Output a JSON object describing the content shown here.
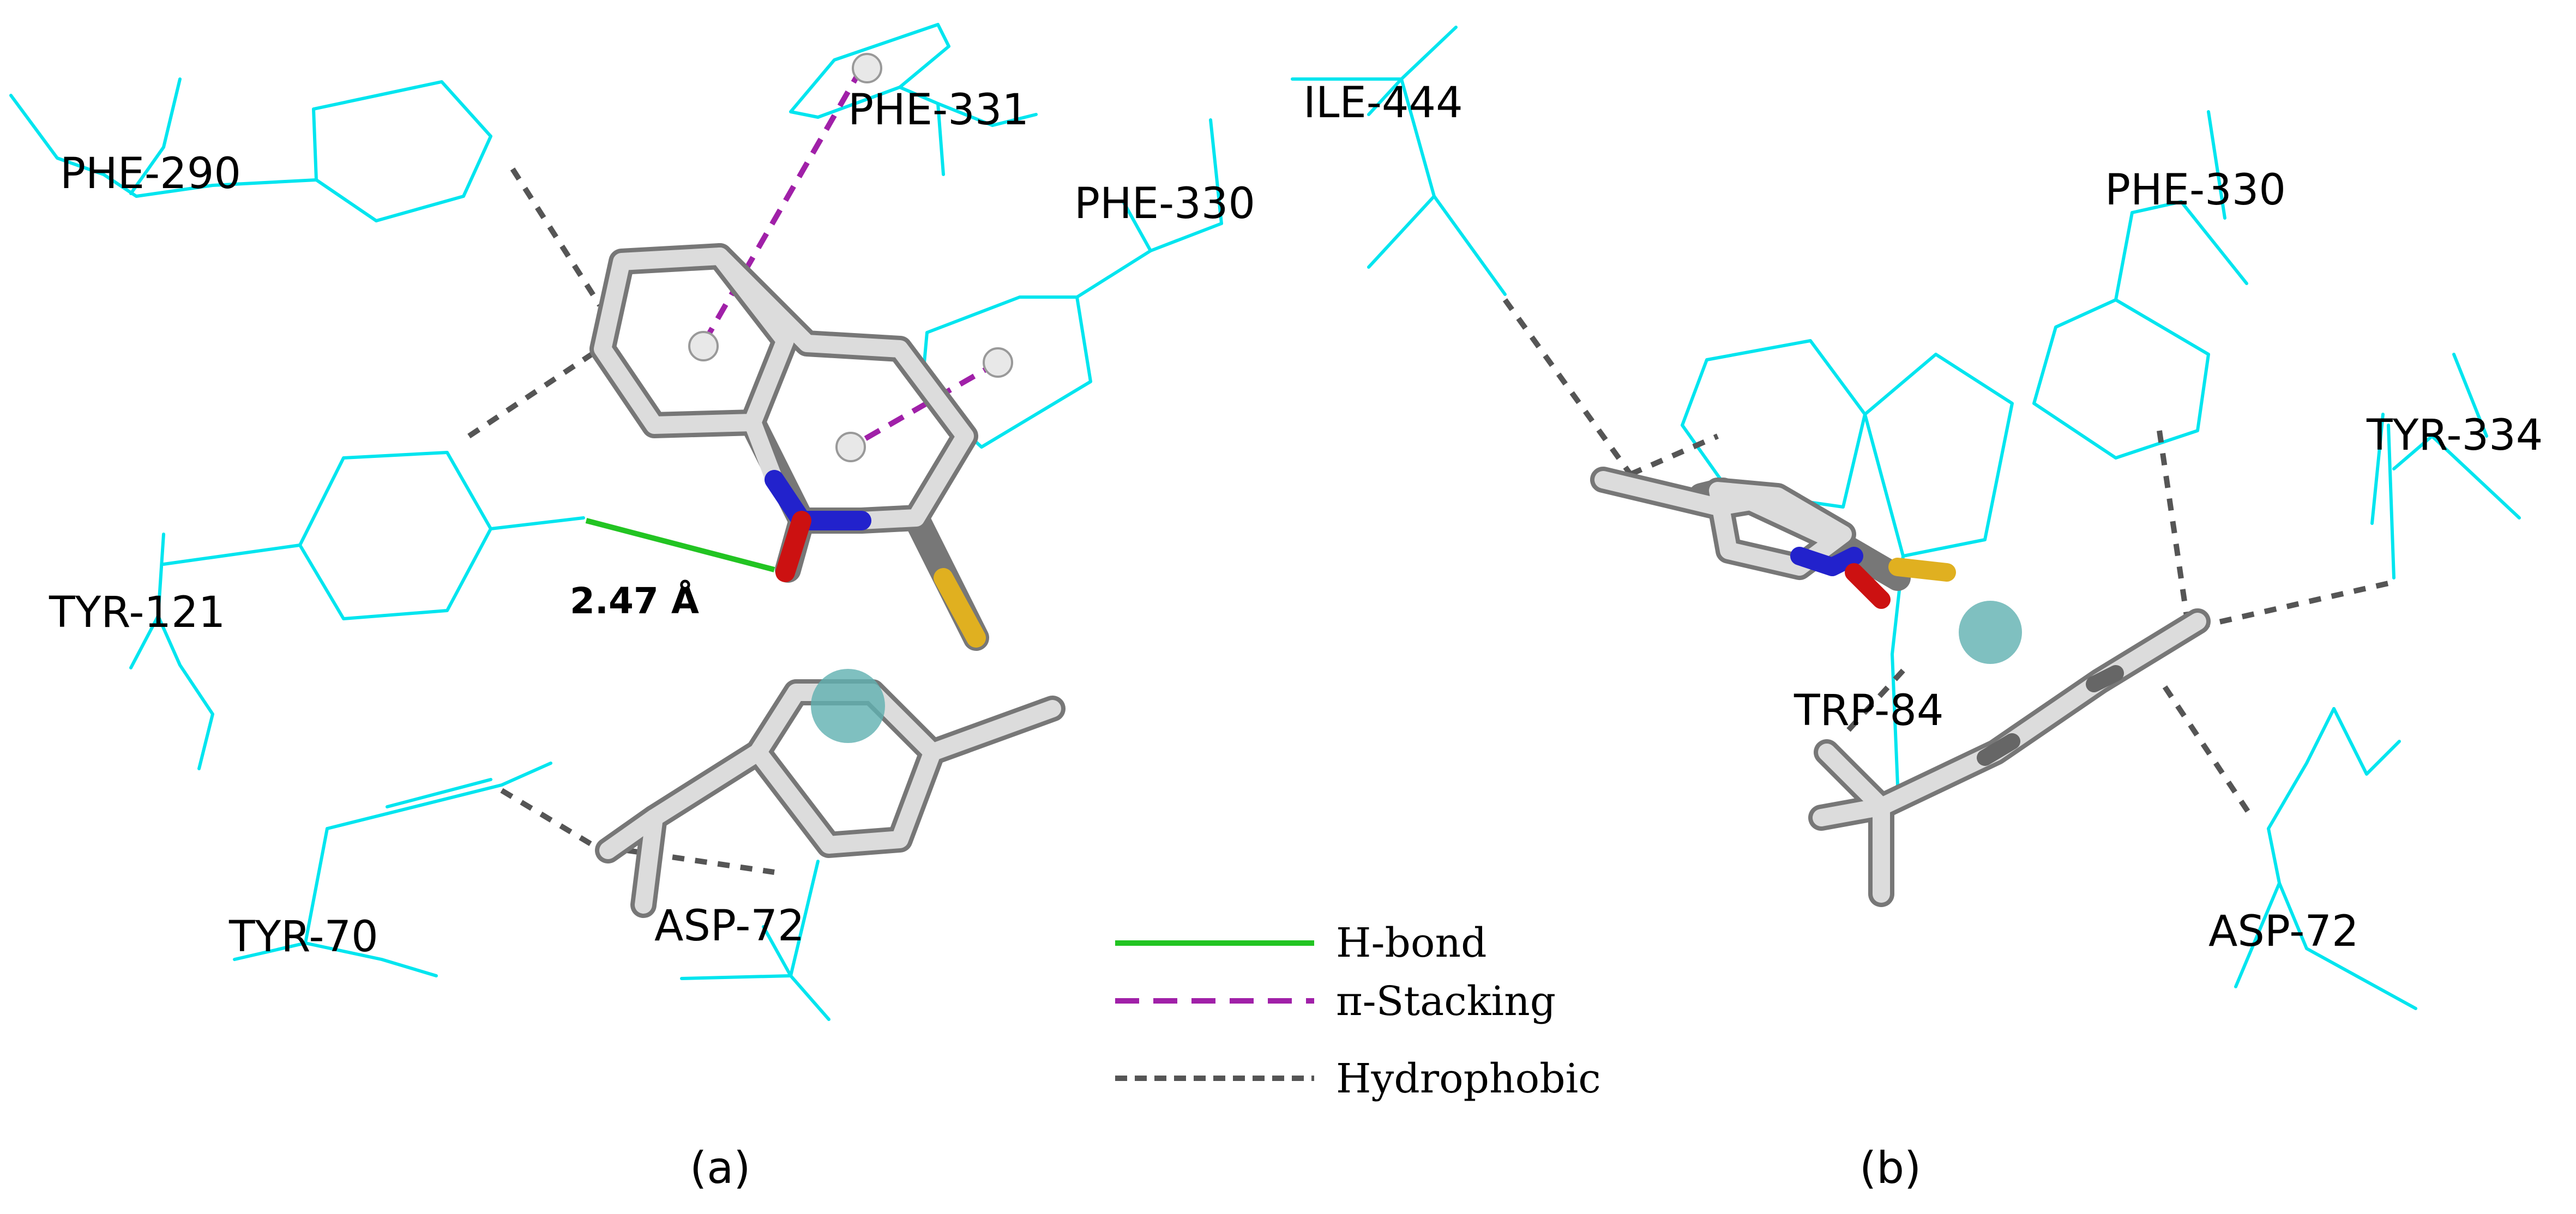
{
  "panels": [
    {
      "label": "(a)",
      "residues": [
        "PHE-290",
        "PHE-331",
        "PHE-330",
        "TYR-121",
        "TYR-70",
        "ASP-72"
      ],
      "hbond_distance": "2.47 Å"
    },
    {
      "label": "(b)",
      "residues": [
        "ILE-444",
        "PHE-330",
        "TYR-334",
        "TRP-84",
        "ASP-72"
      ]
    }
  ],
  "legend": {
    "hbond": "H-bond",
    "pi_stacking": "π-Stacking",
    "hydrophobic": "Hydrophobic"
  },
  "colors": {
    "residue": "#00e5ef",
    "ligand": "#cccccc",
    "nitrogen": "#2222cc",
    "oxygen": "#cc1111",
    "sulfur": "#e0b020",
    "hbond": "#22c422",
    "pi_stacking": "#a020a8",
    "hydrophobic": "#555555",
    "pi_center": "#5fb0b0"
  }
}
